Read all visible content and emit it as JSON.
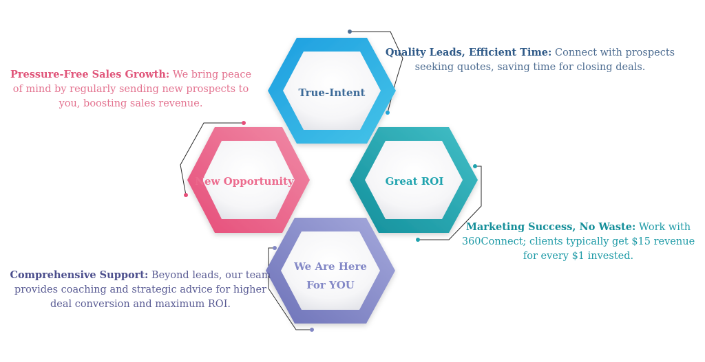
{
  "colors": {
    "true_intent": "#24a9de",
    "new_opportunity": "#ec6b8e",
    "great_roi": "#1fa3ae",
    "here_for_you": "#8388c6",
    "connector": "#2a2a2a"
  },
  "hexagons": {
    "true_intent": {
      "label": "True-Intent"
    },
    "new_opportunity": {
      "label": "New Opportunity"
    },
    "great_roi": {
      "label": "Great ROI"
    },
    "here_for_you": {
      "label_line1": "We Are Here",
      "label_line2": "For YOU"
    }
  },
  "descriptions": {
    "quality": {
      "heading": "Quality Leads, Efficient Time:",
      "text": " Connect with prospects seeking quotes, saving time for closing deals."
    },
    "pressure": {
      "heading": "Pressure-Free Sales Growth:",
      "text": " We bring peace of mind by regularly sending new prospects to you, boosting sales revenue."
    },
    "marketing": {
      "heading": "Marketing Success, No Waste:",
      "text": " Work with 360Connect; clients typically get $15 revenue for every $1 invested."
    },
    "support": {
      "heading": "Comprehensive Support:",
      "text": " Beyond leads, our team provides coaching and strategic advice for higher deal conversion and maximum ROI."
    }
  }
}
